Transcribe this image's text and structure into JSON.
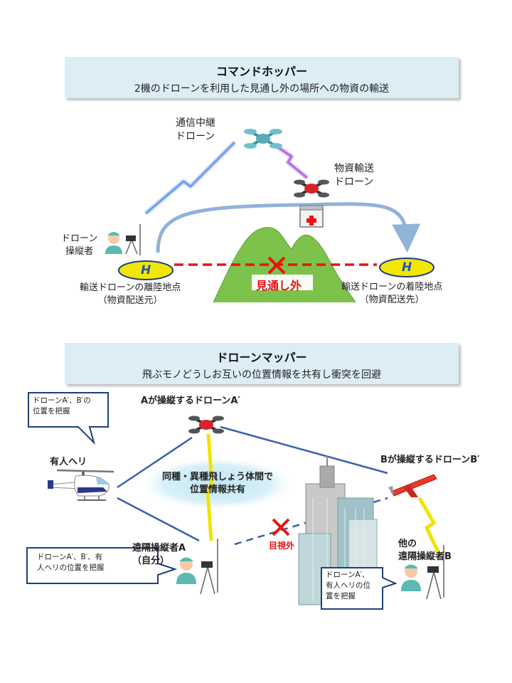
{
  "section1": {
    "title": "コマンドホッパー",
    "subtitle": "2機のドローンを利用した見通し外の場所への物資の輸送",
    "relay_drone_label": "通信中継\nドローン",
    "cargo_drone_label": "物資輸送\nドローン",
    "operator_label": "ドローン\n操縦者",
    "helipad_mark": "H",
    "takeoff_label": "輸送ドローンの離陸地点\n（物資配送元）",
    "landing_label": "輸送ドローンの着陸地点\n（物資配送先）",
    "no_sight_label": "見通し外"
  },
  "section2": {
    "title": "ドローンマッパー",
    "subtitle": "飛ぶモノどうしお互いの位置情報を共有し衝突を回避",
    "drone_a_label": "Aが操縦するドローンA′",
    "drone_b_label": "Bが操縦するドローンB′",
    "heli_label": "有人ヘリ",
    "heli_callout": "ドローンA′、B′の\n位置を把握",
    "share_label": "同種・異種飛しょう体間で\n位置情報共有",
    "operator_a_label": "遠隔操縦者A\n（自分）",
    "operator_a_callout": "ドローンA′、B′、有\n人ヘリの位置を把握",
    "operator_b_label": "他の\n遠隔操縦者B",
    "operator_b_callout": "ドローンA′、\n有人ヘリの位\n置を把握",
    "no_visual_label": "目視外"
  },
  "colors": {
    "title_bg": "#dcedf5",
    "route_arrow": "#8fb3d9",
    "red_dash": "#e11",
    "mountain": "#7dc24b",
    "helipad": "#f3e600",
    "helipad_mark": "#1a56c4",
    "link_line": "#3a5fb0",
    "share_glow": "#cfe9f5"
  }
}
